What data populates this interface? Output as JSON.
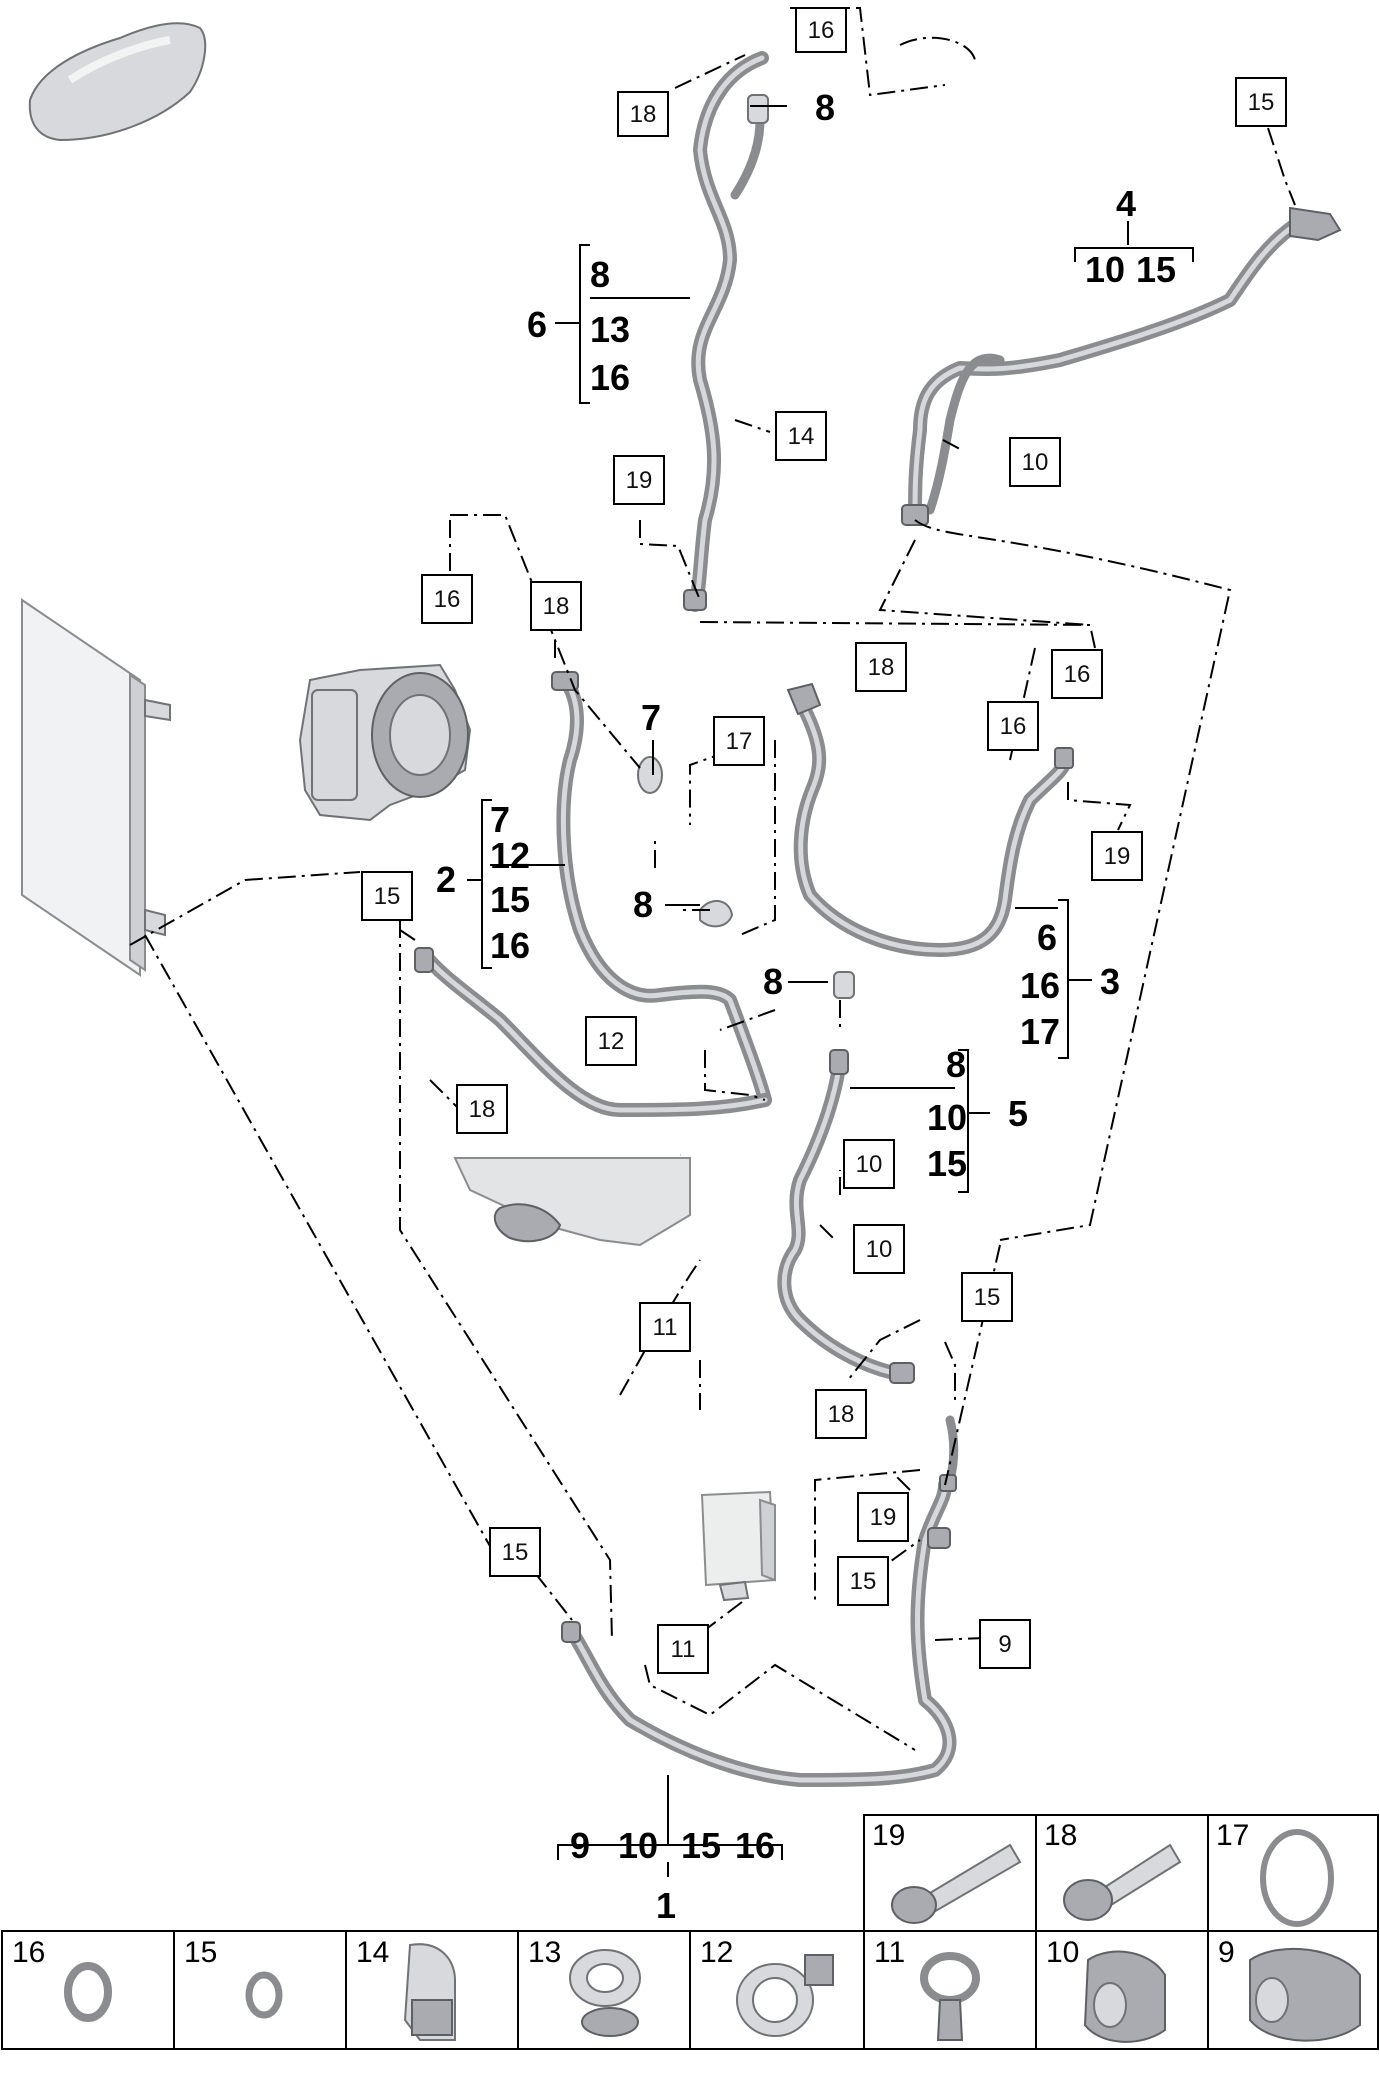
{
  "callouts": {
    "c16_top": "16",
    "c18_top": "18",
    "c8_top": "8",
    "c15_top": "15",
    "c6": "6",
    "c6_a": "8",
    "c6_b": "13",
    "c6_c": "16",
    "c4": "4",
    "c4_a": "10",
    "c4_b": "15",
    "c14": "14",
    "c10_right": "10",
    "c19_left": "19",
    "c16_mid": "16",
    "c18_mid": "18",
    "c7": "7",
    "c17": "17",
    "c18_r": "18",
    "c16_r1": "16",
    "c16_r2": "16",
    "c19_r": "19",
    "c2": "2",
    "c2_a": "7",
    "c2_b": "12",
    "c2_c": "15",
    "c2_d": "16",
    "c15_left": "15",
    "c8_mid": "8",
    "c8_low": "8",
    "c3": "3",
    "c3_a": "6",
    "c3_b": "16",
    "c3_c": "17",
    "c12": "12",
    "c18_low": "18",
    "c5": "5",
    "c5_a": "8",
    "c5_b": "10",
    "c5_c": "15",
    "c10_a": "10",
    "c10_b": "10",
    "c11_a": "11",
    "c15_r": "15",
    "c18_bot": "18",
    "c19_bot": "19",
    "c15_bot": "15",
    "c15_mid": "15",
    "c11_b": "11",
    "c9": "9",
    "c1": "1",
    "c1_a": "9",
    "c1_b": "10",
    "c1_c": "15",
    "c1_d": "16"
  },
  "legend": {
    "row1": [
      "19",
      "18",
      "17"
    ],
    "row2": [
      "16",
      "15",
      "14",
      "13",
      "12",
      "11",
      "10",
      "9"
    ]
  },
  "icons": [
    "car-icon",
    "compressor-icon",
    "condenser-icon",
    "radiator-icon",
    "evaporator-icon"
  ]
}
